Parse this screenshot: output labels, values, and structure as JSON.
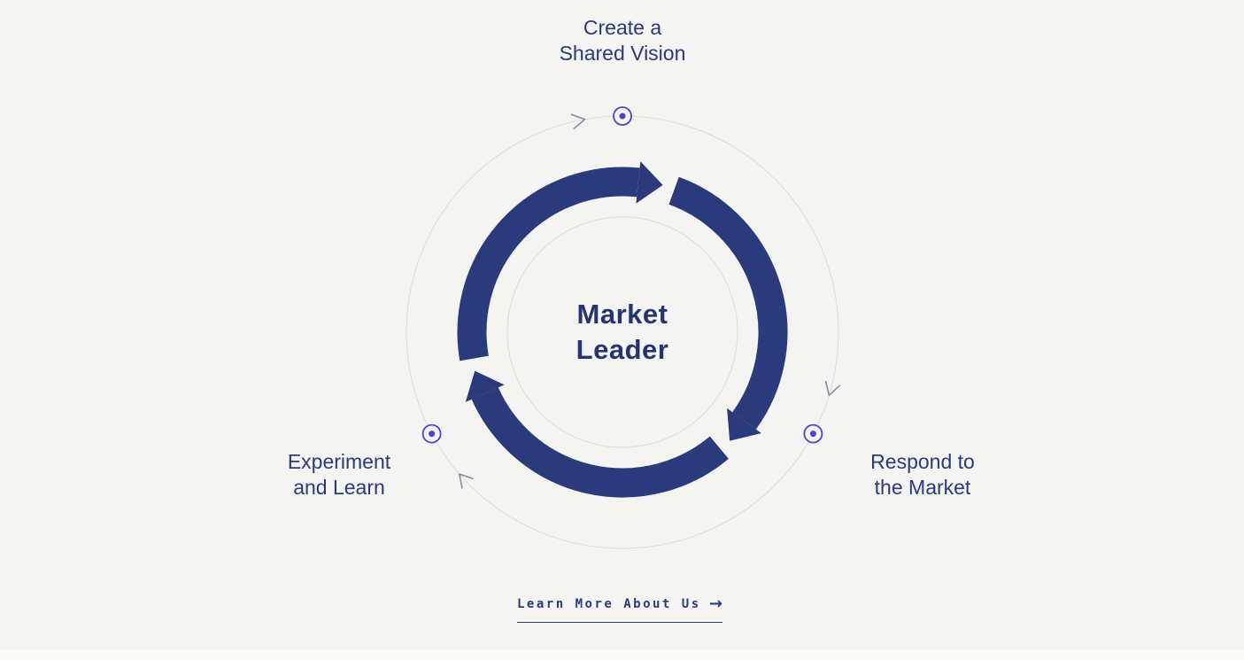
{
  "colors": {
    "background": "#f4f4f2",
    "navy": "#2b3a7b",
    "indigo": "#4f43c9",
    "guide_gray": "#dcdcda"
  },
  "diagram": {
    "center": {
      "line1": "Market",
      "line2": "Leader"
    },
    "flow_direction": "clockwise",
    "nodes": [
      {
        "id": "create-shared-vision",
        "position": "top",
        "line1": "Create a",
        "line2": "Shared Vision"
      },
      {
        "id": "respond-to-market",
        "position": "right",
        "line1": "Respond to",
        "line2": "the Market"
      },
      {
        "id": "experiment-and-learn",
        "position": "left",
        "line1": "Experiment",
        "line2": "and Learn"
      }
    ]
  },
  "cta": {
    "label": "Learn More About Us",
    "arrow": "→"
  }
}
